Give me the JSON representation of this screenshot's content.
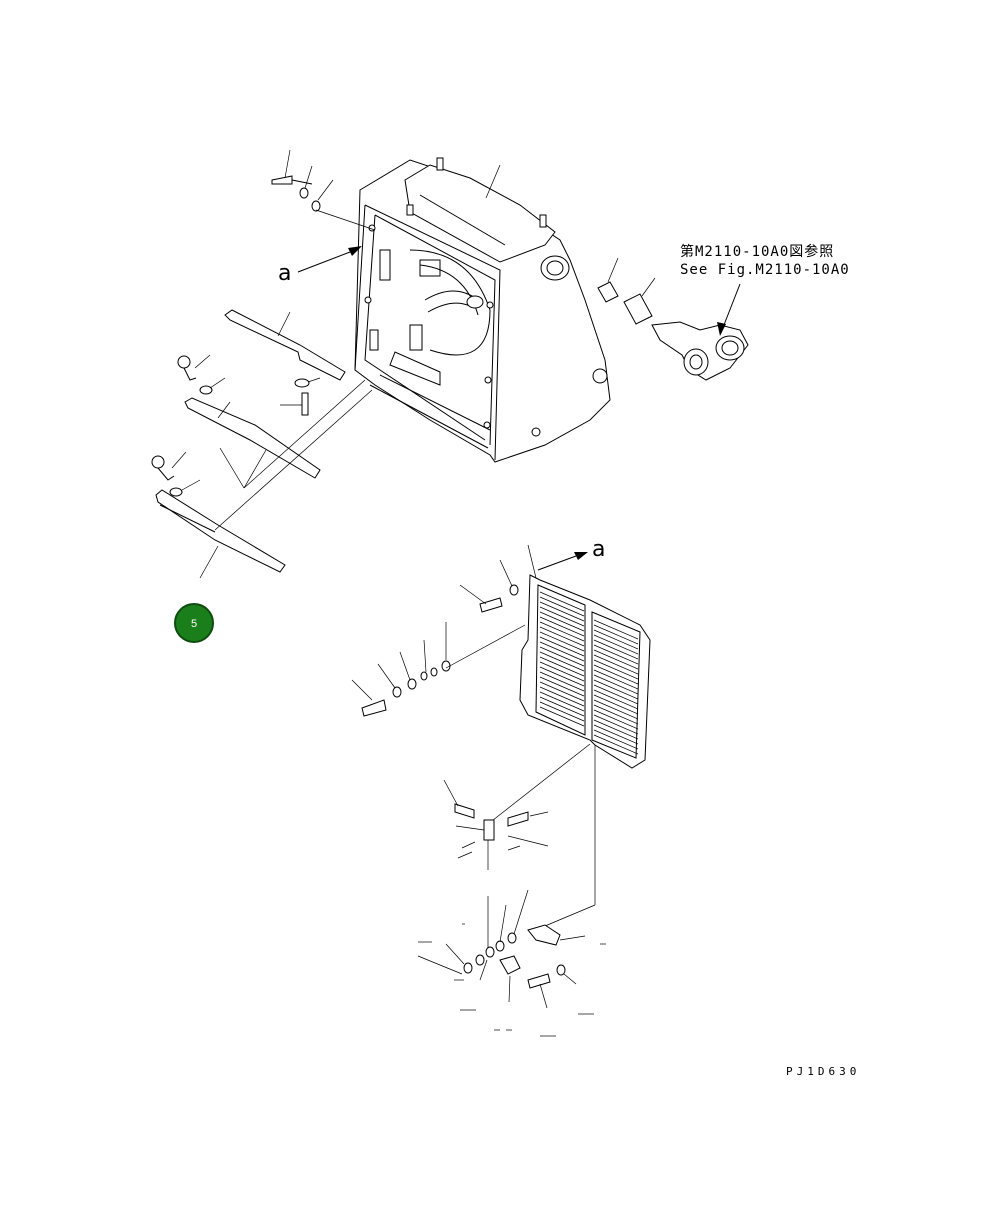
{
  "reference_note": {
    "japanese": "第M2110-10A0図参照",
    "english": "See Fig.M2110-10A0"
  },
  "view_markers": {
    "upper": "a",
    "lower": "a"
  },
  "badge": {
    "label": "5",
    "color": "#1a7f1a"
  },
  "drawing_code": "PJ1D630"
}
